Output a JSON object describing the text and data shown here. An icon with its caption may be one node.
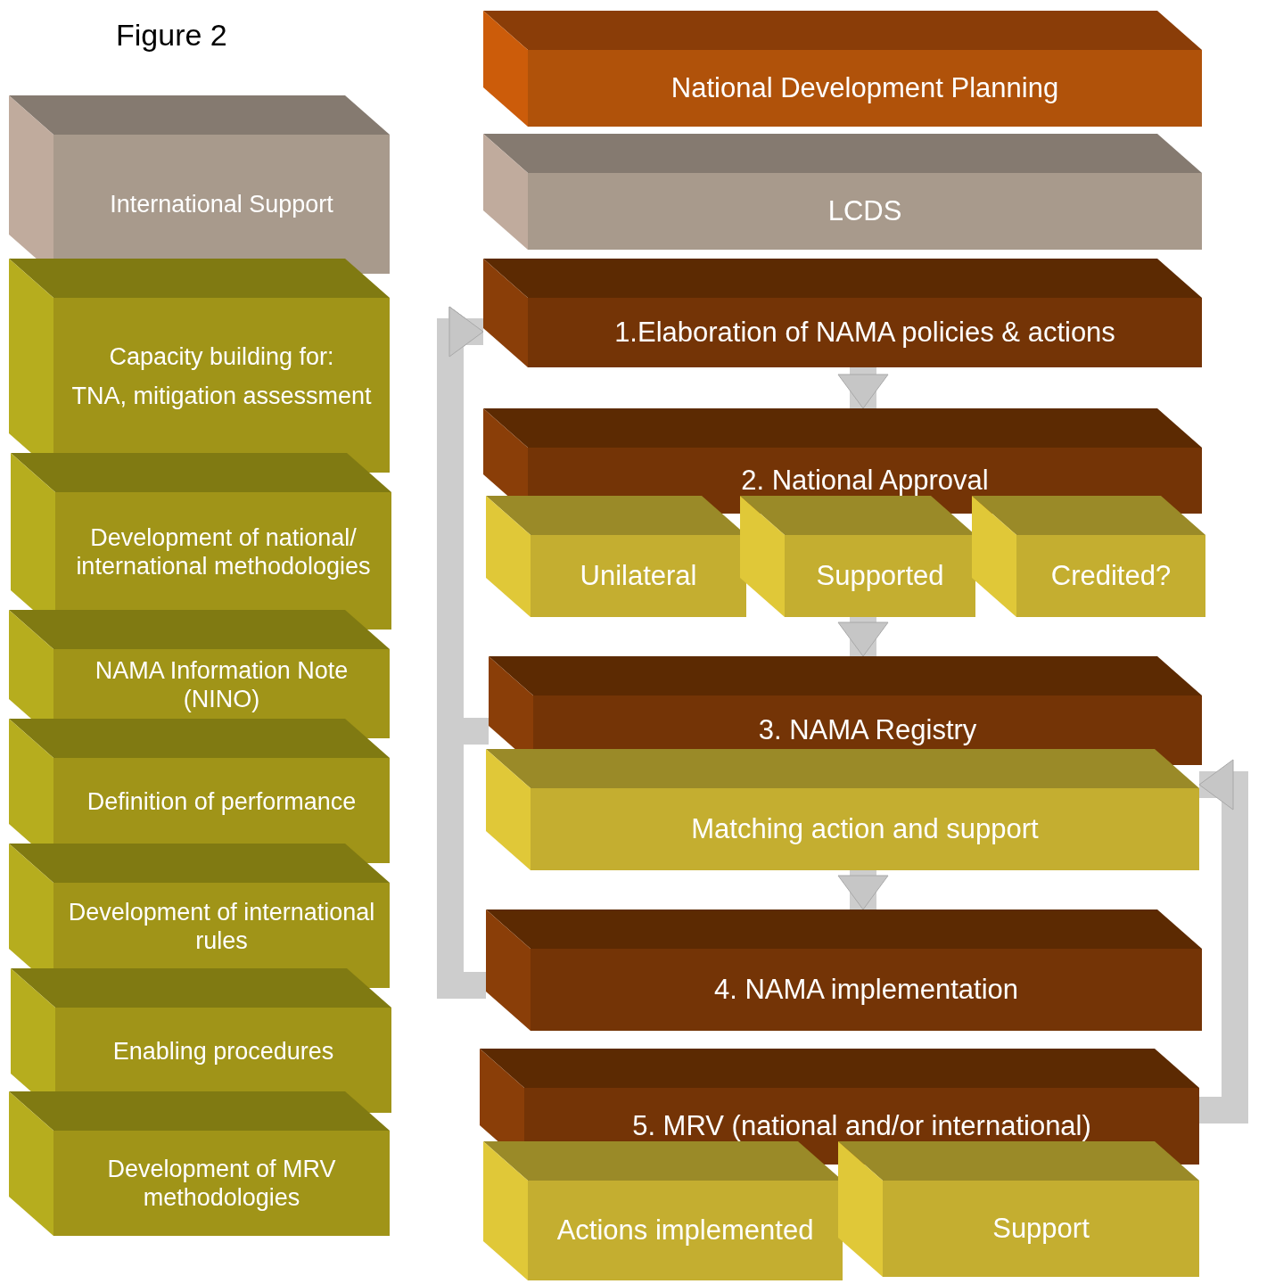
{
  "diagram": {
    "title": "Figure 2",
    "nodes": [
      {
        "text": [
          "International Support"
        ]
      },
      {
        "text": [
          "Capacity building for:",
          "TNA, mitigation assessment"
        ]
      },
      {
        "text": [
          "Development of national/ international methodologies"
        ]
      },
      {
        "text": [
          "NAMA Information Note (NINO)"
        ]
      },
      {
        "text": [
          "Definition of performance"
        ]
      },
      {
        "text": [
          "Development of international rules"
        ]
      },
      {
        "text": [
          "Enabling procedures"
        ]
      },
      {
        "text": [
          "Development of MRV methodologies"
        ]
      },
      {
        "text": [
          "National Development Planning"
        ]
      },
      {
        "text": [
          "LCDS"
        ]
      },
      {
        "text": [
          "1.Elaboration of NAMA policies & actions"
        ]
      },
      {
        "text": [
          "2. National Approval"
        ]
      },
      {
        "text": [
          "Unilateral"
        ]
      },
      {
        "text": [
          "Supported"
        ]
      },
      {
        "text": [
          "Credited?"
        ]
      },
      {
        "text": [
          "3. NAMA Registry"
        ]
      },
      {
        "text": [
          "Matching action and support"
        ]
      },
      {
        "text": [
          "4. NAMA implementation"
        ]
      },
      {
        "text": [
          "5. MRV (national and/or international)"
        ]
      },
      {
        "text": [
          "Actions implemented"
        ]
      },
      {
        "text": [
          "Support"
        ]
      }
    ],
    "edges": [
      {
        "from": 10,
        "to": 11,
        "arrow": "to"
      },
      {
        "from": 13,
        "to": 15,
        "arrow": "to"
      },
      {
        "from": 16,
        "to": 17,
        "arrow": "to"
      },
      {
        "from": 15,
        "to": 10,
        "arrow": "to"
      },
      {
        "from": 17,
        "to": 10,
        "arrow": "to"
      },
      {
        "from": 18,
        "to": 16,
        "arrow": "to"
      }
    ]
  }
}
